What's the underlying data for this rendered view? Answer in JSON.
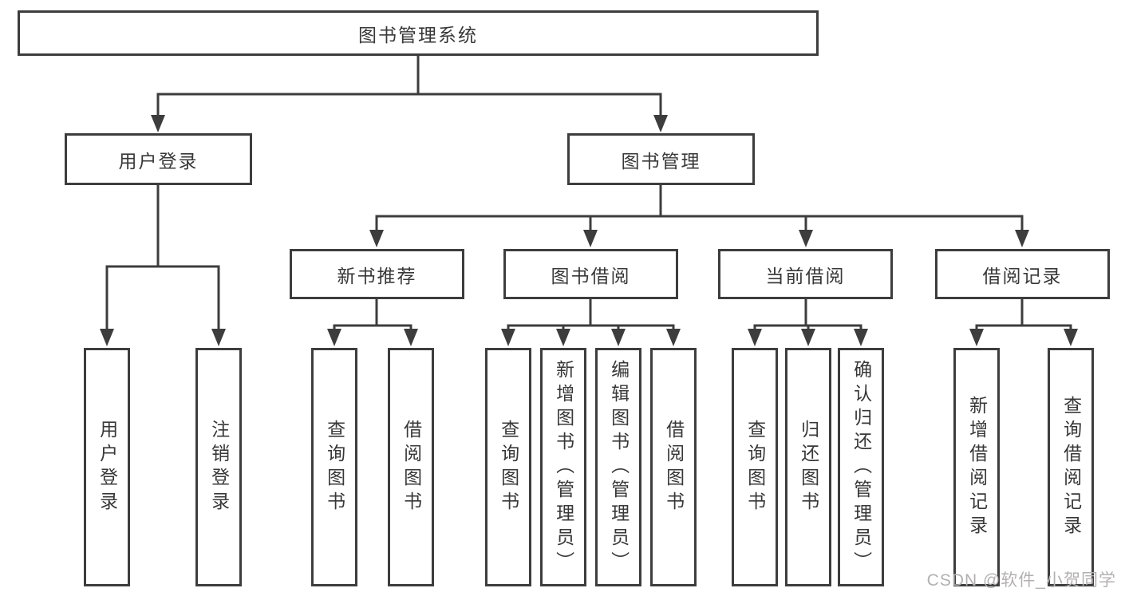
{
  "tree": {
    "root": {
      "label": "图书管理系统",
      "children": [
        {
          "label": "用户登录",
          "children": [
            {
              "label": "用户登录"
            },
            {
              "label": "注销登录"
            }
          ]
        },
        {
          "label": "图书管理",
          "children": [
            {
              "label": "新书推荐",
              "children": [
                {
                  "label": "查询图书"
                },
                {
                  "label": "借阅图书"
                }
              ]
            },
            {
              "label": "图书借阅",
              "children": [
                {
                  "label": "查询图书"
                },
                {
                  "label": "新增图书（管理员）"
                },
                {
                  "label": "编辑图书（管理员）"
                },
                {
                  "label": "借阅图书"
                }
              ]
            },
            {
              "label": "当前借阅",
              "children": [
                {
                  "label": "查询图书"
                },
                {
                  "label": "归还图书"
                },
                {
                  "label": "确认归还（管理员）"
                }
              ]
            },
            {
              "label": "借阅记录",
              "children": [
                {
                  "label": "新增借阅记录"
                },
                {
                  "label": "查询借阅记录"
                }
              ]
            }
          ]
        }
      ]
    }
  },
  "watermark": "CSDN @软件_小贺同学",
  "colors": {
    "line": "#3d3d3d",
    "text": "#383838",
    "box_fill": "#ffffff",
    "background": "#ffffff",
    "watermark": "#b3b0b0"
  }
}
